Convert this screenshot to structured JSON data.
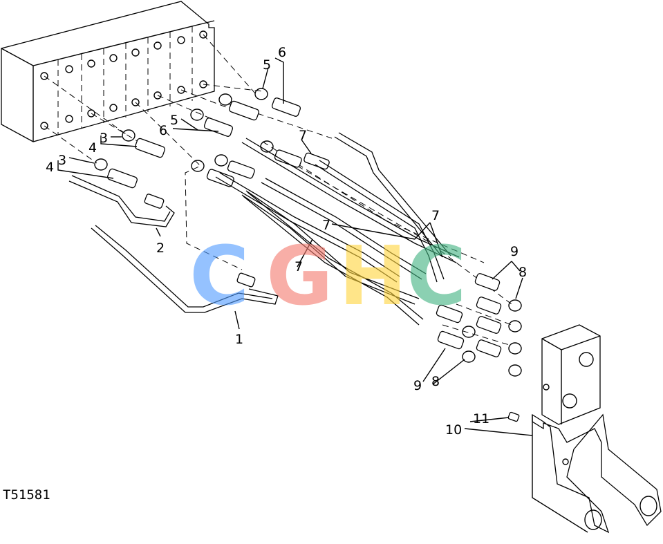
{
  "diagram": {
    "reference": "T51581",
    "callouts": [
      "1",
      "2",
      "3",
      "3",
      "4",
      "4",
      "5",
      "5",
      "6",
      "6",
      "7",
      "7",
      "7",
      "7",
      "8",
      "8",
      "9",
      "9",
      "10",
      "11"
    ],
    "watermark": {
      "letters": [
        "C",
        "G",
        "H",
        "C"
      ],
      "colors": [
        "#4f9bff",
        "#f47a6e",
        "#ffd43b",
        "#3fb27f"
      ]
    }
  }
}
